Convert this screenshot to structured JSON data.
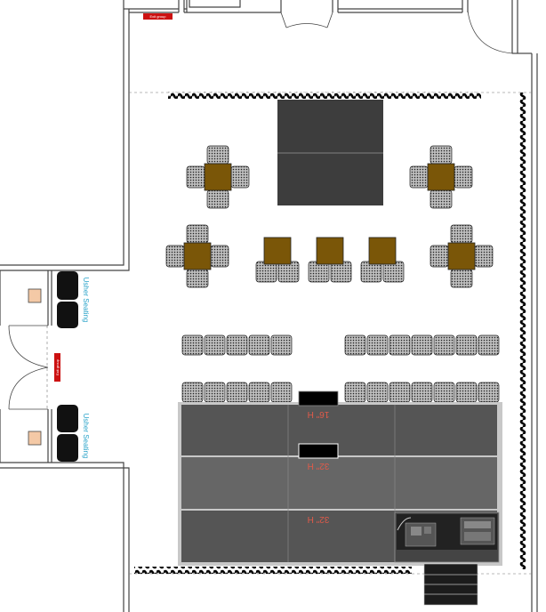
{
  "signs": {
    "exit_top": "Exit group",
    "exit_left": "Exit group"
  },
  "labels": {
    "usher_top": "Usher Seating",
    "usher_bottom": "Usher Seating"
  },
  "risers": [
    {
      "label": "16\" H"
    },
    {
      "label": "32\" H"
    },
    {
      "label": "32\" H"
    }
  ],
  "colors": {
    "wall": "#444444",
    "table": "#7a5608",
    "stage": "#3d3d3d",
    "riser_light": "#666666",
    "riser_dark": "#555555",
    "exit_sign": "#cc1111",
    "usher_text": "#29a3c9",
    "riser_text": "#e05a4a"
  }
}
